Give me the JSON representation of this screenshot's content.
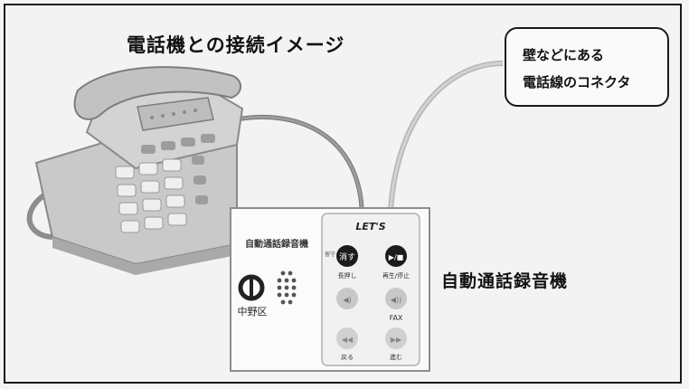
{
  "title": "電話機との接続イメージ",
  "callout": {
    "line1": "壁などにある",
    "line2": "電話線のコネクタ"
  },
  "recorder_label": "自動通話録音機",
  "device": {
    "brand": "LET'S",
    "name_plate": "自動通話録音機",
    "city_logo_text": "中野区",
    "buttons": [
      {
        "name": "erase",
        "label": "消す",
        "sublabel": "長押し",
        "side_label": "留守"
      },
      {
        "name": "play-stop",
        "label": "▶/■",
        "sublabel": "再生/停止"
      },
      {
        "name": "volume-down",
        "label": "◀)",
        "sublabel": ""
      },
      {
        "name": "volume-up",
        "label": "◀))",
        "sublabel": "FAX"
      },
      {
        "name": "rewind",
        "label": "◀◀",
        "sublabel": "戻る"
      },
      {
        "name": "forward",
        "label": "▶▶",
        "sublabel": "進む"
      }
    ]
  }
}
